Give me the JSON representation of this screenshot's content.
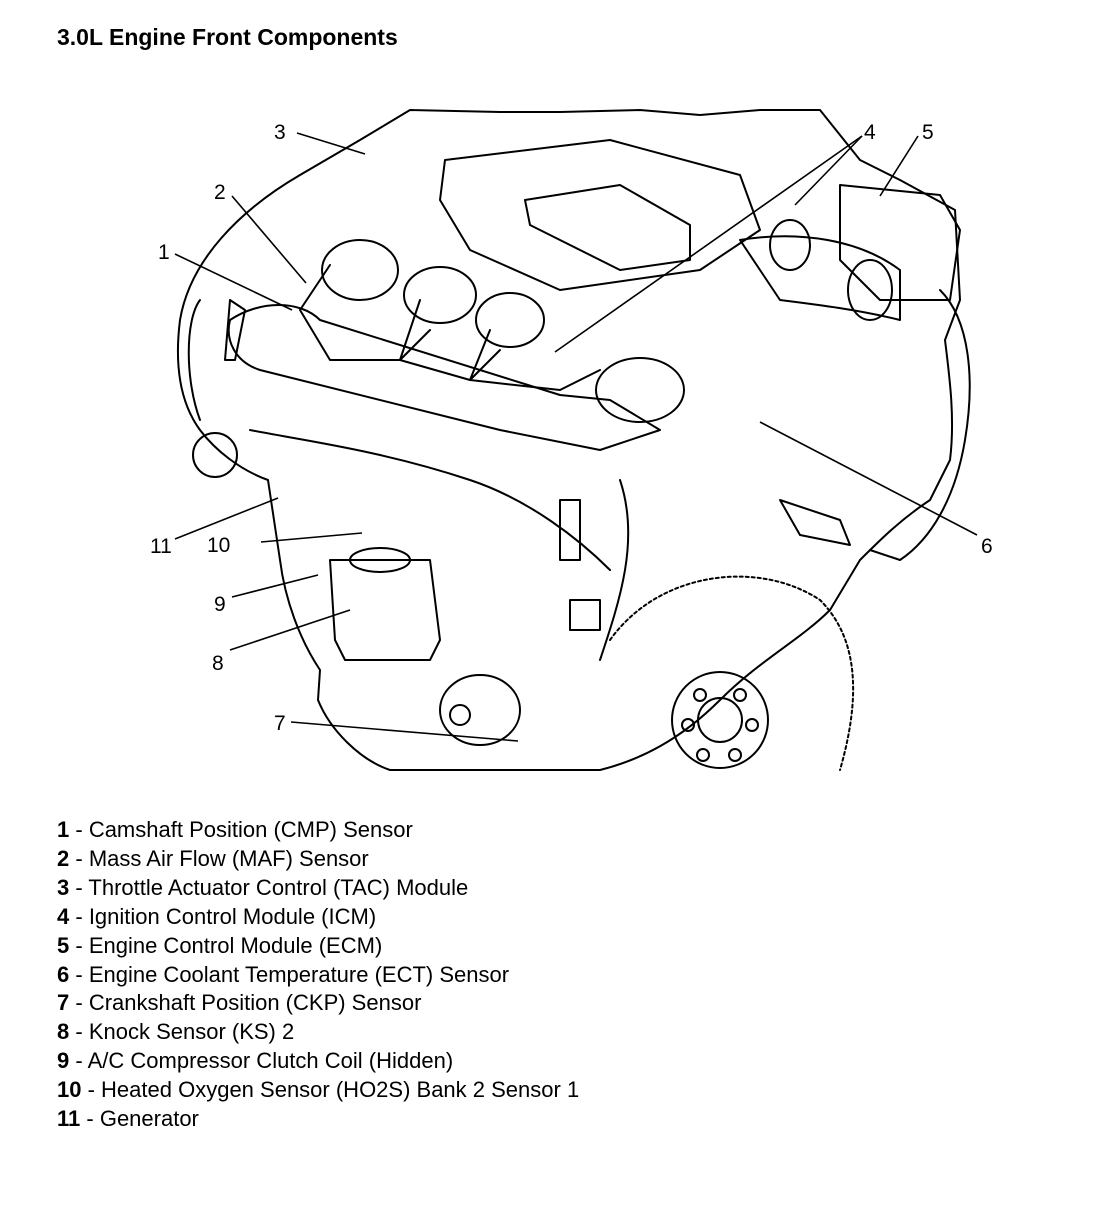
{
  "title": "3.0L Engine Front Components",
  "callouts": [
    {
      "num": "1",
      "label": "Camshaft Position (CMP) Sensor"
    },
    {
      "num": "2",
      "label": "Mass Air Flow (MAF) Sensor"
    },
    {
      "num": "3",
      "label": "Throttle Actuator Control (TAC) Module"
    },
    {
      "num": "4",
      "label": "Ignition Control Module (ICM)"
    },
    {
      "num": "5",
      "label": "Engine Control Module (ECM)"
    },
    {
      "num": "6",
      "label": "Engine Coolant Temperature (ECT) Sensor"
    },
    {
      "num": "7",
      "label": "Crankshaft Position (CKP) Sensor"
    },
    {
      "num": "8",
      "label": "Knock Sensor (KS) 2"
    },
    {
      "num": "9",
      "label": "A/C Compressor Clutch Coil (Hidden)"
    },
    {
      "num": "10",
      "label": "Heated Oxygen Sensor (HO2S) Bank 2 Sensor 1"
    },
    {
      "num": "11",
      "label": "Generator"
    }
  ],
  "separator": " - "
}
